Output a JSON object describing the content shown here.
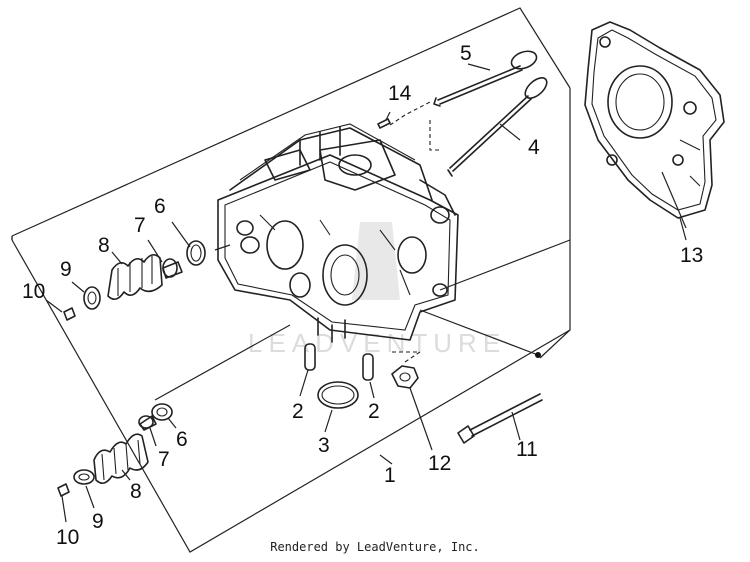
{
  "watermark": "LEADVENTURE",
  "footer": "Rendered by LeadVenture, Inc.",
  "callouts": [
    "1",
    "2",
    "2",
    "3",
    "4",
    "5",
    "6",
    "6",
    "7",
    "7",
    "8",
    "8",
    "9",
    "9",
    "10",
    "10",
    "11",
    "12",
    "13",
    "14"
  ]
}
